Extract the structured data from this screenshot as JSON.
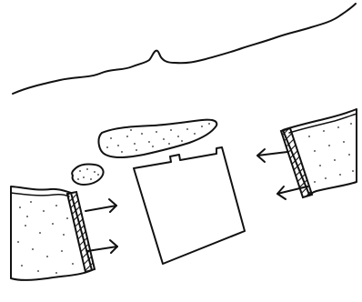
{
  "diagram": {
    "style": "hand-drawn sketch",
    "ink_color": "#111111",
    "paper_color": "#ffffff",
    "stipple_color": "#222222",
    "elements": [
      {
        "name": "shoreline",
        "kind": "wavy line with small peak"
      },
      {
        "name": "sediment-patch-center",
        "kind": "stippled elongated blob"
      },
      {
        "name": "sediment-patch-small",
        "kind": "stippled small blob"
      },
      {
        "name": "central-block",
        "kind": "tilted rectangle with notch on top edge"
      },
      {
        "name": "left-barrier",
        "kind": "stippled ground with hatched wall"
      },
      {
        "name": "right-barrier",
        "kind": "stippled ground with hatched wall"
      }
    ],
    "arrows": [
      {
        "name": "left-arrow-upper",
        "direction": "right"
      },
      {
        "name": "left-arrow-lower",
        "direction": "right"
      },
      {
        "name": "right-arrow-upper",
        "direction": "left"
      },
      {
        "name": "right-arrow-lower",
        "direction": "left"
      }
    ]
  }
}
